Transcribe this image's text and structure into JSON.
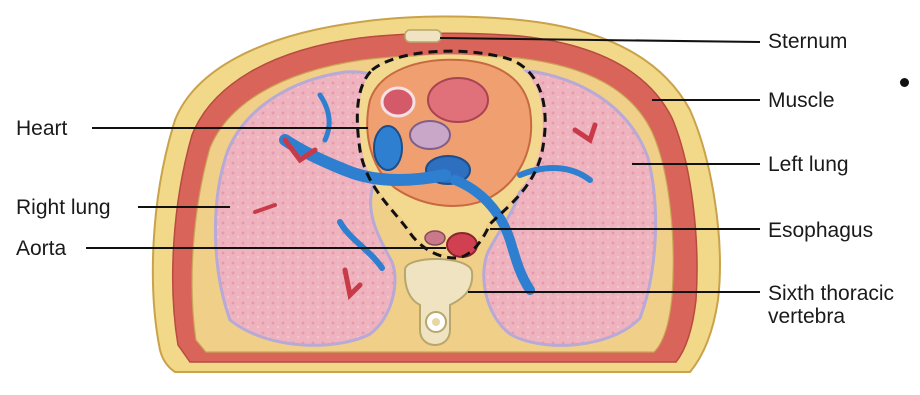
{
  "labels": {
    "sternum": "Sternum",
    "muscle": "Muscle",
    "left_lung": "Left lung",
    "esophagus": "Esophagus",
    "vertebra_line1": "Sixth thoracic",
    "vertebra_line2": "vertebra",
    "heart": "Heart",
    "right_lung": "Right lung",
    "aorta": "Aorta"
  },
  "colors": {
    "fat": "#f2d98a",
    "muscle": "#d9655a",
    "lung": "#eeb0bb",
    "heart": "#f0a070",
    "vessel_blue": "#2f7fd0",
    "vessel_red": "#c83a48",
    "bone": "#efe3c2"
  }
}
